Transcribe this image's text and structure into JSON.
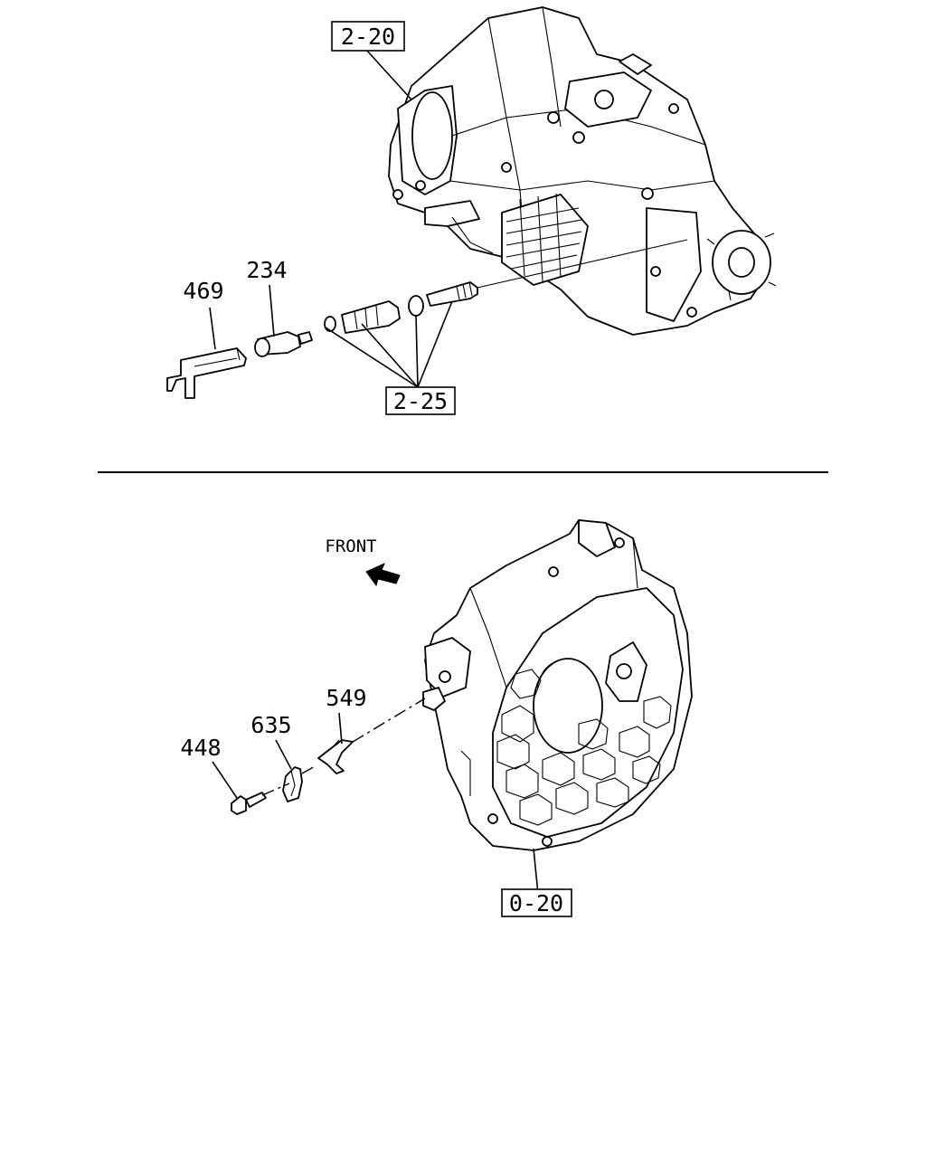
{
  "callouts": {
    "top_assembly_ref": "2-20",
    "speedometer_kit_ref": "2-25",
    "part_469": "469",
    "part_234": "234",
    "bottom_assembly_ref": "0-20",
    "part_549": "549",
    "part_635": "635",
    "part_448": "448"
  },
  "direction_label": "FRONT"
}
